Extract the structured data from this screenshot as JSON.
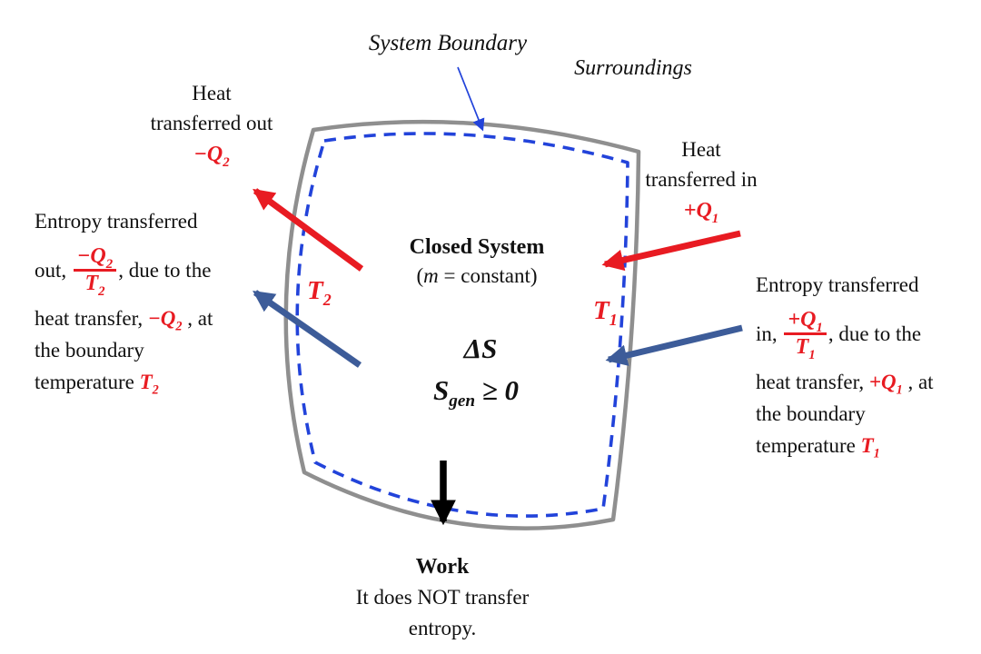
{
  "colors": {
    "red": "#e81b22",
    "arrow_blue": "#3d5c99",
    "boundary_blue": "#2243da",
    "wall_gray": "#8f8f8f"
  },
  "labels": {
    "system_boundary": "System Boundary",
    "surroundings": "Surroundings"
  },
  "heat_out": {
    "line1": "Heat",
    "line2": "transferred out",
    "q_base": "−Q",
    "q_sub": "2"
  },
  "heat_in": {
    "line1": "Heat",
    "line2": "transferred in",
    "q_base": "+Q",
    "q_sub": "1"
  },
  "entropy_out": {
    "line1": "Entropy transferred",
    "line2_pre": "out, ",
    "frac_num_base": "−Q",
    "frac_num_sub": "2",
    "frac_den_base": "T",
    "frac_den_sub": "2",
    "line2_post": ", due to the",
    "line3_pre": "heat transfer, ",
    "line3_q_base": "−Q",
    "line3_q_sub": "2",
    "line3_post": " , at",
    "line4": "the boundary",
    "line5_pre": "temperature ",
    "line5_t_base": "T",
    "line5_t_sub": "2"
  },
  "entropy_in": {
    "line1": "Entropy transferred",
    "line2_pre": "in, ",
    "frac_num_base": "+Q",
    "frac_num_sub": "1",
    "frac_den_base": "T",
    "frac_den_sub": "1",
    "line2_post": ", due to the",
    "line3_pre": "heat transfer, ",
    "line3_q_base": "+Q",
    "line3_q_sub": "1",
    "line3_post": " , at",
    "line4": "the boundary",
    "line5_pre": "temperature ",
    "line5_t_base": "T",
    "line5_t_sub": "1"
  },
  "system": {
    "title": "Closed System",
    "mass_open": "(",
    "mass_m": "m",
    "mass_rest": " = constant)",
    "delta_s": "ΔS",
    "sgen_base": "S",
    "sgen_sub": "gen",
    "sgen_rest": " ≥ 0",
    "t2_base": "T",
    "t2_sub": "2",
    "t1_base": "T",
    "t1_sub": "1"
  },
  "work": {
    "title": "Work",
    "line1": "It does NOT transfer",
    "line2": "entropy."
  }
}
